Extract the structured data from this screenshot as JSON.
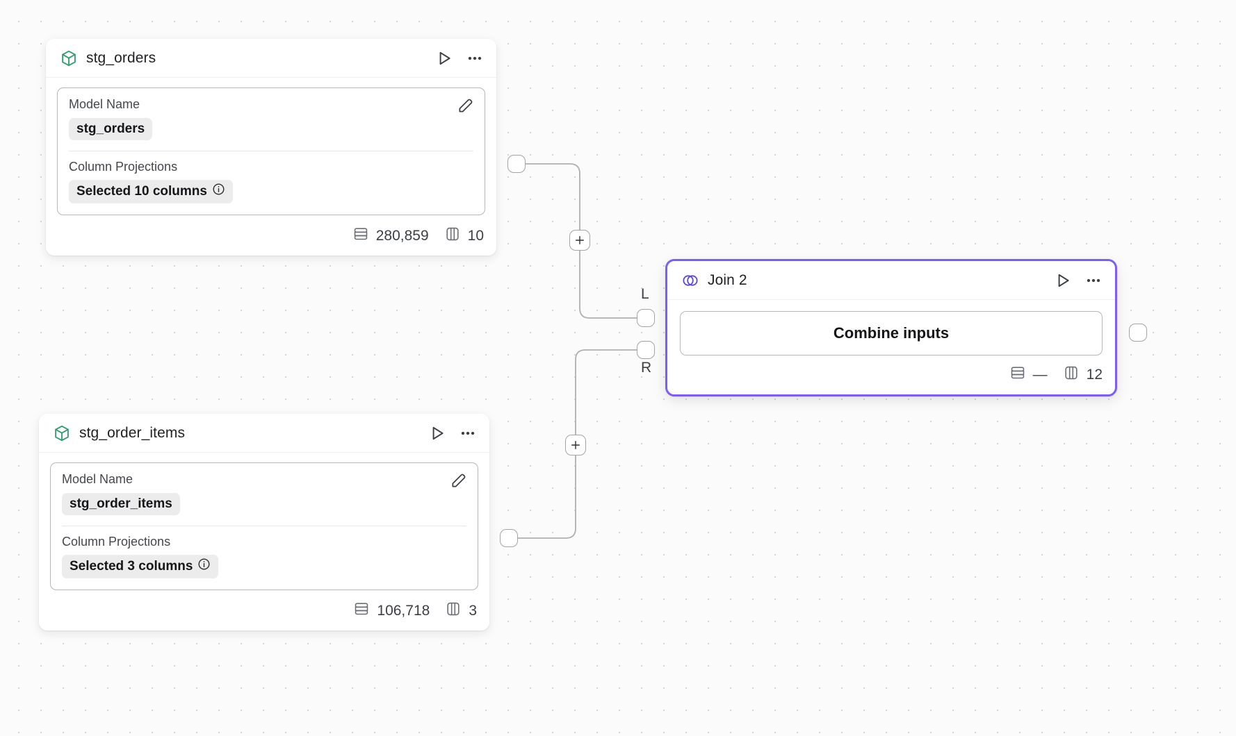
{
  "canvas": {
    "background_color": "#fbfbfb",
    "dot_color": "#d4d4d6",
    "accent_color": "#7c5cfa",
    "model_icon_color": "#2f9e6e"
  },
  "nodes": [
    {
      "id": "stg_orders",
      "title": "stg_orders",
      "icon": "cube-icon",
      "run_label": "Run",
      "menu_label": "More options",
      "properties": {
        "model_name_label": "Model Name",
        "model_name_value": "stg_orders",
        "column_projections_label": "Column Projections",
        "column_projections_value": "Selected 10 columns",
        "edit_label": "Edit"
      },
      "stats": {
        "rows_label": "rows",
        "rows_value": "280,859",
        "columns_label": "columns",
        "columns_value": "10"
      }
    },
    {
      "id": "stg_order_items",
      "title": "stg_order_items",
      "icon": "cube-icon",
      "run_label": "Run",
      "menu_label": "More options",
      "properties": {
        "model_name_label": "Model Name",
        "model_name_value": "stg_order_items",
        "column_projections_label": "Column Projections",
        "column_projections_value": "Selected 3 columns",
        "edit_label": "Edit"
      },
      "stats": {
        "rows_label": "rows",
        "rows_value": "106,718",
        "columns_label": "columns",
        "columns_value": "3"
      }
    },
    {
      "id": "join_2",
      "title": "Join 2",
      "icon": "venn-join-icon",
      "run_label": "Run",
      "menu_label": "More options",
      "selected": true,
      "body_button": "Combine inputs",
      "stats": {
        "rows_label": "rows",
        "rows_value": "—",
        "columns_label": "columns",
        "columns_value": "12"
      }
    }
  ],
  "ports": {
    "stg_orders_output": "output",
    "stg_order_items_output": "output",
    "join_left_label": "L",
    "join_right_label": "R",
    "join_output": "output"
  },
  "edge_buttons": {
    "add_top_label": "+",
    "add_bottom_label": "+"
  }
}
